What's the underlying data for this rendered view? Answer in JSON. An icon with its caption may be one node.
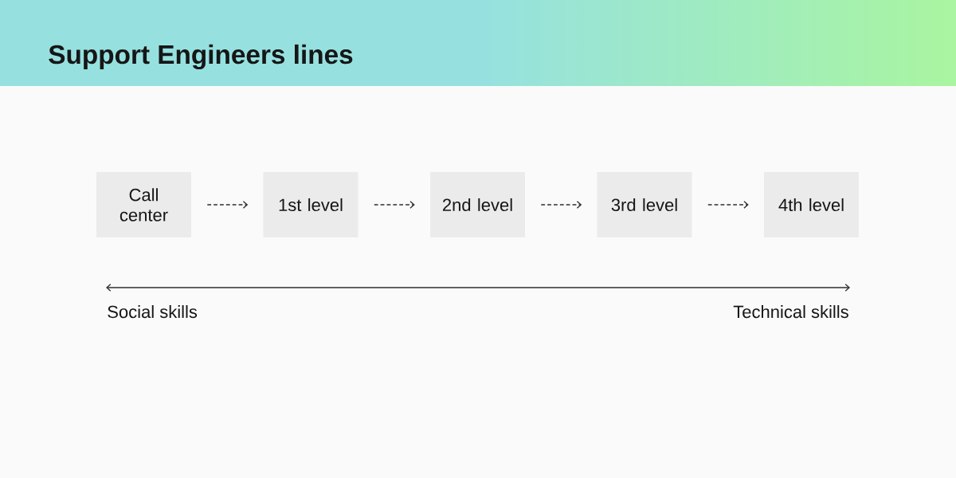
{
  "diagram": {
    "title": "Support Engineers lines",
    "nodes": [
      {
        "text": [
          "Call center"
        ]
      },
      {
        "text": [
          "1st level"
        ]
      },
      {
        "text": [
          "2nd level"
        ]
      },
      {
        "text": [
          "3rd level"
        ]
      },
      {
        "text": [
          "4th level"
        ]
      }
    ],
    "edges": [
      {
        "from": 0,
        "to": 1,
        "arrow": "to",
        "style": "dashed"
      },
      {
        "from": 1,
        "to": 2,
        "arrow": "to",
        "style": "dashed"
      },
      {
        "from": 2,
        "to": 3,
        "arrow": "to",
        "style": "dashed"
      },
      {
        "from": 3,
        "to": 4,
        "arrow": "to",
        "style": "dashed"
      }
    ],
    "labels": [
      "Social skills",
      "Technical skills"
    ]
  }
}
